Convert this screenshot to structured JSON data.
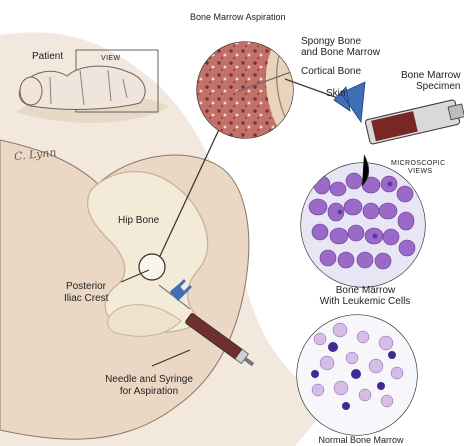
{
  "title": "Bone Marrow Aspiration",
  "labels": {
    "patient": "Patient",
    "view": "VIEW",
    "spongy_bone_line1": "Spongy Bone",
    "spongy_bone_line2": "and Bone Marrow",
    "cortical_bone": "Cortical Bone",
    "skin": "Skin",
    "specimen_line1": "Bone Marrow",
    "specimen_line2": "Specimen",
    "microscopic_line1": "MICROSCOPIC",
    "microscopic_line2": "VIEWS",
    "hip_bone": "Hip Bone",
    "posterior_line1": "Posterior",
    "posterior_line2": "Iliac Crest",
    "leukemic_line1": "Bone Marrow",
    "leukemic_line2": "With Leukemic Cells",
    "needle_line1": "Needle and Syringe",
    "needle_line2": "for Aspiration",
    "normal": "Normal Bone Marrow"
  },
  "signature": "C. Lynn",
  "colors": {
    "background": "#ffffff",
    "wash": "#f1e7dc",
    "skin": "#ead8c4",
    "bone": "#f4ead8",
    "bone_edge": "#c8b29b",
    "marrow": "#a94a43",
    "cell": "#9b69c7",
    "cell_dark": "#3f2a92",
    "needle_blue": "#3f6fb4",
    "syringe": "#6f2f2e"
  },
  "icons": {
    "needle": "needle-icon",
    "syringe": "syringe-icon",
    "magnifier": "magnifier-circle-icon"
  }
}
